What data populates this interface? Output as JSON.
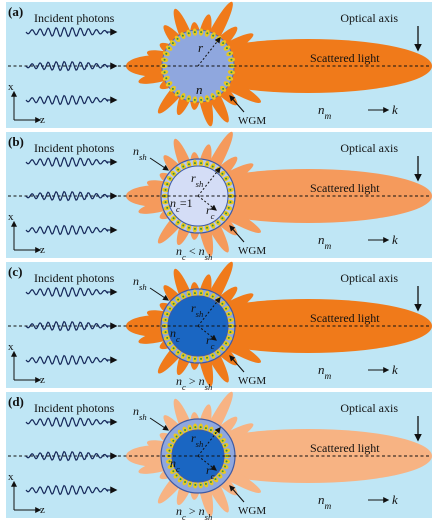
{
  "panels": [
    {
      "id": "a",
      "tag": "(a)",
      "incident": "Incident photons",
      "scattered": "Scattered light",
      "optical_axis": "Optical axis",
      "wgm": "WGM",
      "nm": "n",
      "nm_sub": "m",
      "k": "k",
      "x": "x",
      "z": "z",
      "lobe_color": "#f07a1a",
      "center_color": "#8fa7de",
      "shell_color": "",
      "core_color": "#8fa7de",
      "r": "r",
      "n": "n"
    },
    {
      "id": "b",
      "tag": "(b)",
      "incident": "Incident photons",
      "scattered": "Scattered light",
      "optical_axis": "Optical axis",
      "wgm": "WGM",
      "nm": "n",
      "nm_sub": "m",
      "k": "k",
      "x": "x",
      "z": "z",
      "lobe_color": "#f59a5c",
      "shell_color": "#b9c7ee",
      "core_color": "#d4ddf6",
      "nsh": "n",
      "nsh_sub": "sh",
      "rsh": "r",
      "rsh_sub": "sh",
      "rc": "r",
      "rc_sub": "c",
      "nc": "n",
      "nc_sub": "c",
      "nc_eq": "=1",
      "rel_n1": "n",
      "rel_n1_sub": "c",
      "rel_op": " < ",
      "rel_n2": "n",
      "rel_n2_sub": "sh"
    },
    {
      "id": "c",
      "tag": "(c)",
      "incident": "Incident photons",
      "scattered": "Scattered light",
      "optical_axis": "Optical axis",
      "wgm": "WGM",
      "nm": "n",
      "nm_sub": "m",
      "k": "k",
      "x": "x",
      "z": "z",
      "lobe_color": "#f07a1a",
      "shell_color": "#8fa7de",
      "core_color": "#1a66c2",
      "nsh": "n",
      "nsh_sub": "sh",
      "rsh": "r",
      "rsh_sub": "sh",
      "rc": "r",
      "rc_sub": "c",
      "nc": "n",
      "nc_sub": "c",
      "nc_eq": "",
      "rel_n1": "n",
      "rel_n1_sub": "c",
      "rel_op": " > ",
      "rel_n2": "n",
      "rel_n2_sub": "sh"
    },
    {
      "id": "d",
      "tag": "(d)",
      "incident": "Incident photons",
      "scattered": "Scattered light",
      "optical_axis": "Optical axis",
      "wgm": "WGM",
      "nm": "n",
      "nm_sub": "m",
      "k": "k",
      "x": "x",
      "z": "z",
      "lobe_color": "#f7b383",
      "shell_color": "#8fa7de",
      "core_color": "#1a66c2",
      "nsh": "n",
      "nsh_sub": "sh",
      "rsh": "r",
      "rsh_sub": "sh",
      "rc": "r",
      "rc_sub": "c",
      "nc": "n",
      "nc_sub": "c",
      "nc_eq": "",
      "rel_n1": "n",
      "rel_n1_sub": "c",
      "rel_op": " > ",
      "rel_n2": "n",
      "rel_n2_sub": "sh"
    }
  ],
  "colors": {
    "background": "#bfe6f5",
    "wave": "#16285a",
    "bead": "#e8c820",
    "bead_inner": "#2f8f4a"
  }
}
